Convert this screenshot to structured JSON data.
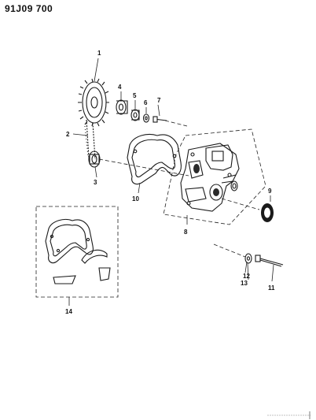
{
  "header": {
    "code": "91J09 700"
  },
  "callouts": {
    "c1": "1",
    "c2": "2",
    "c3": "3",
    "c4": "4",
    "c5": "5",
    "c6": "6",
    "c7": "7",
    "c8": "8",
    "c9": "9",
    "c10": "10",
    "c11": "11",
    "c12": "12",
    "c13": "13",
    "c14": "14"
  }
}
